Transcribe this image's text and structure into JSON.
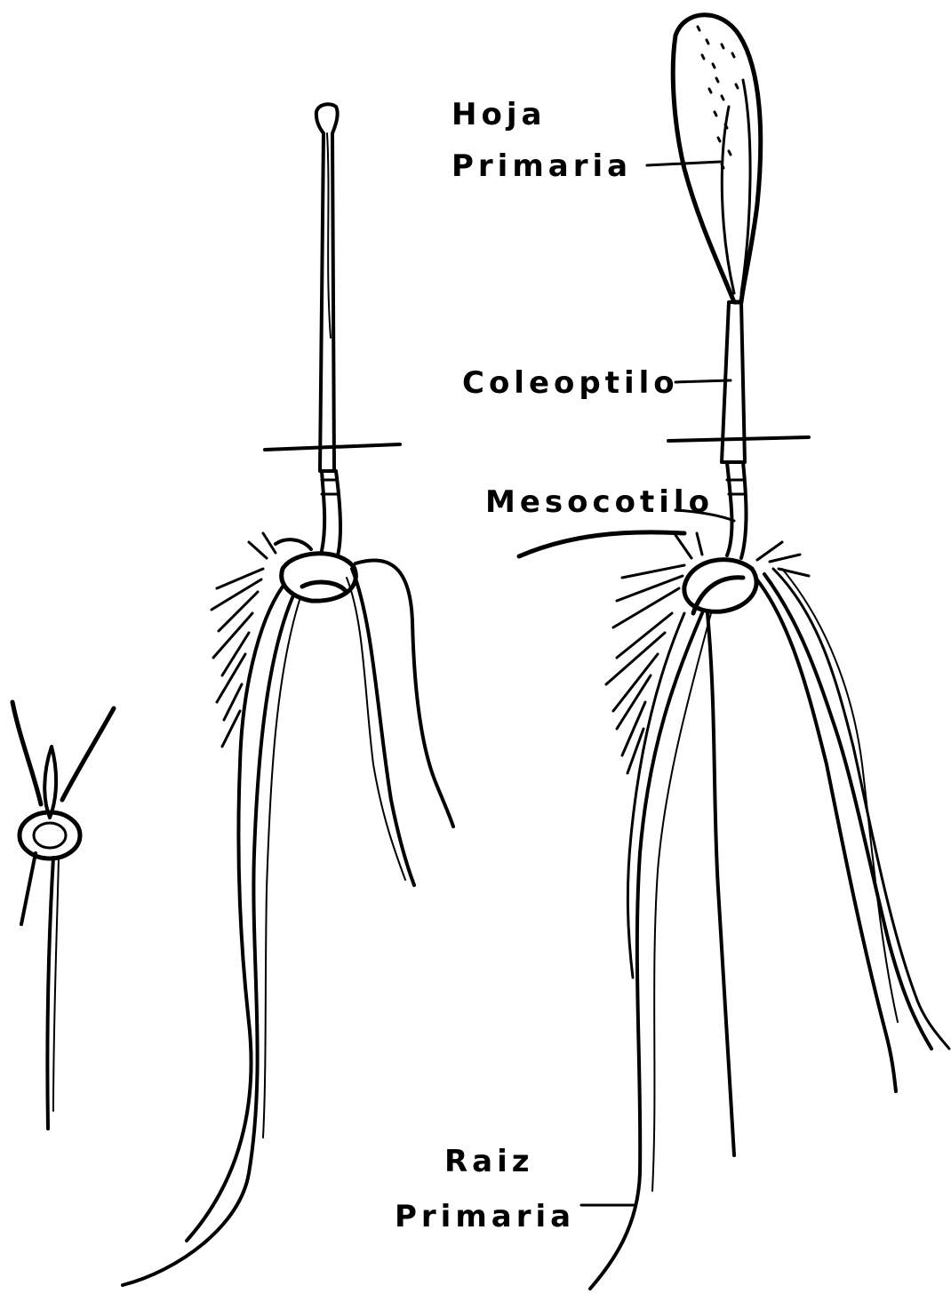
{
  "labels": {
    "hoja_line1": "Hoja",
    "hoja_line2": "Primaria",
    "coleoptilo": "Coleoptilo",
    "mesocotilo": "Mesocotilo",
    "raiz_line1": "Raiz",
    "raiz_line2": "Primaria"
  },
  "colors": {
    "ink": "#000000",
    "paper": "#ffffff"
  }
}
